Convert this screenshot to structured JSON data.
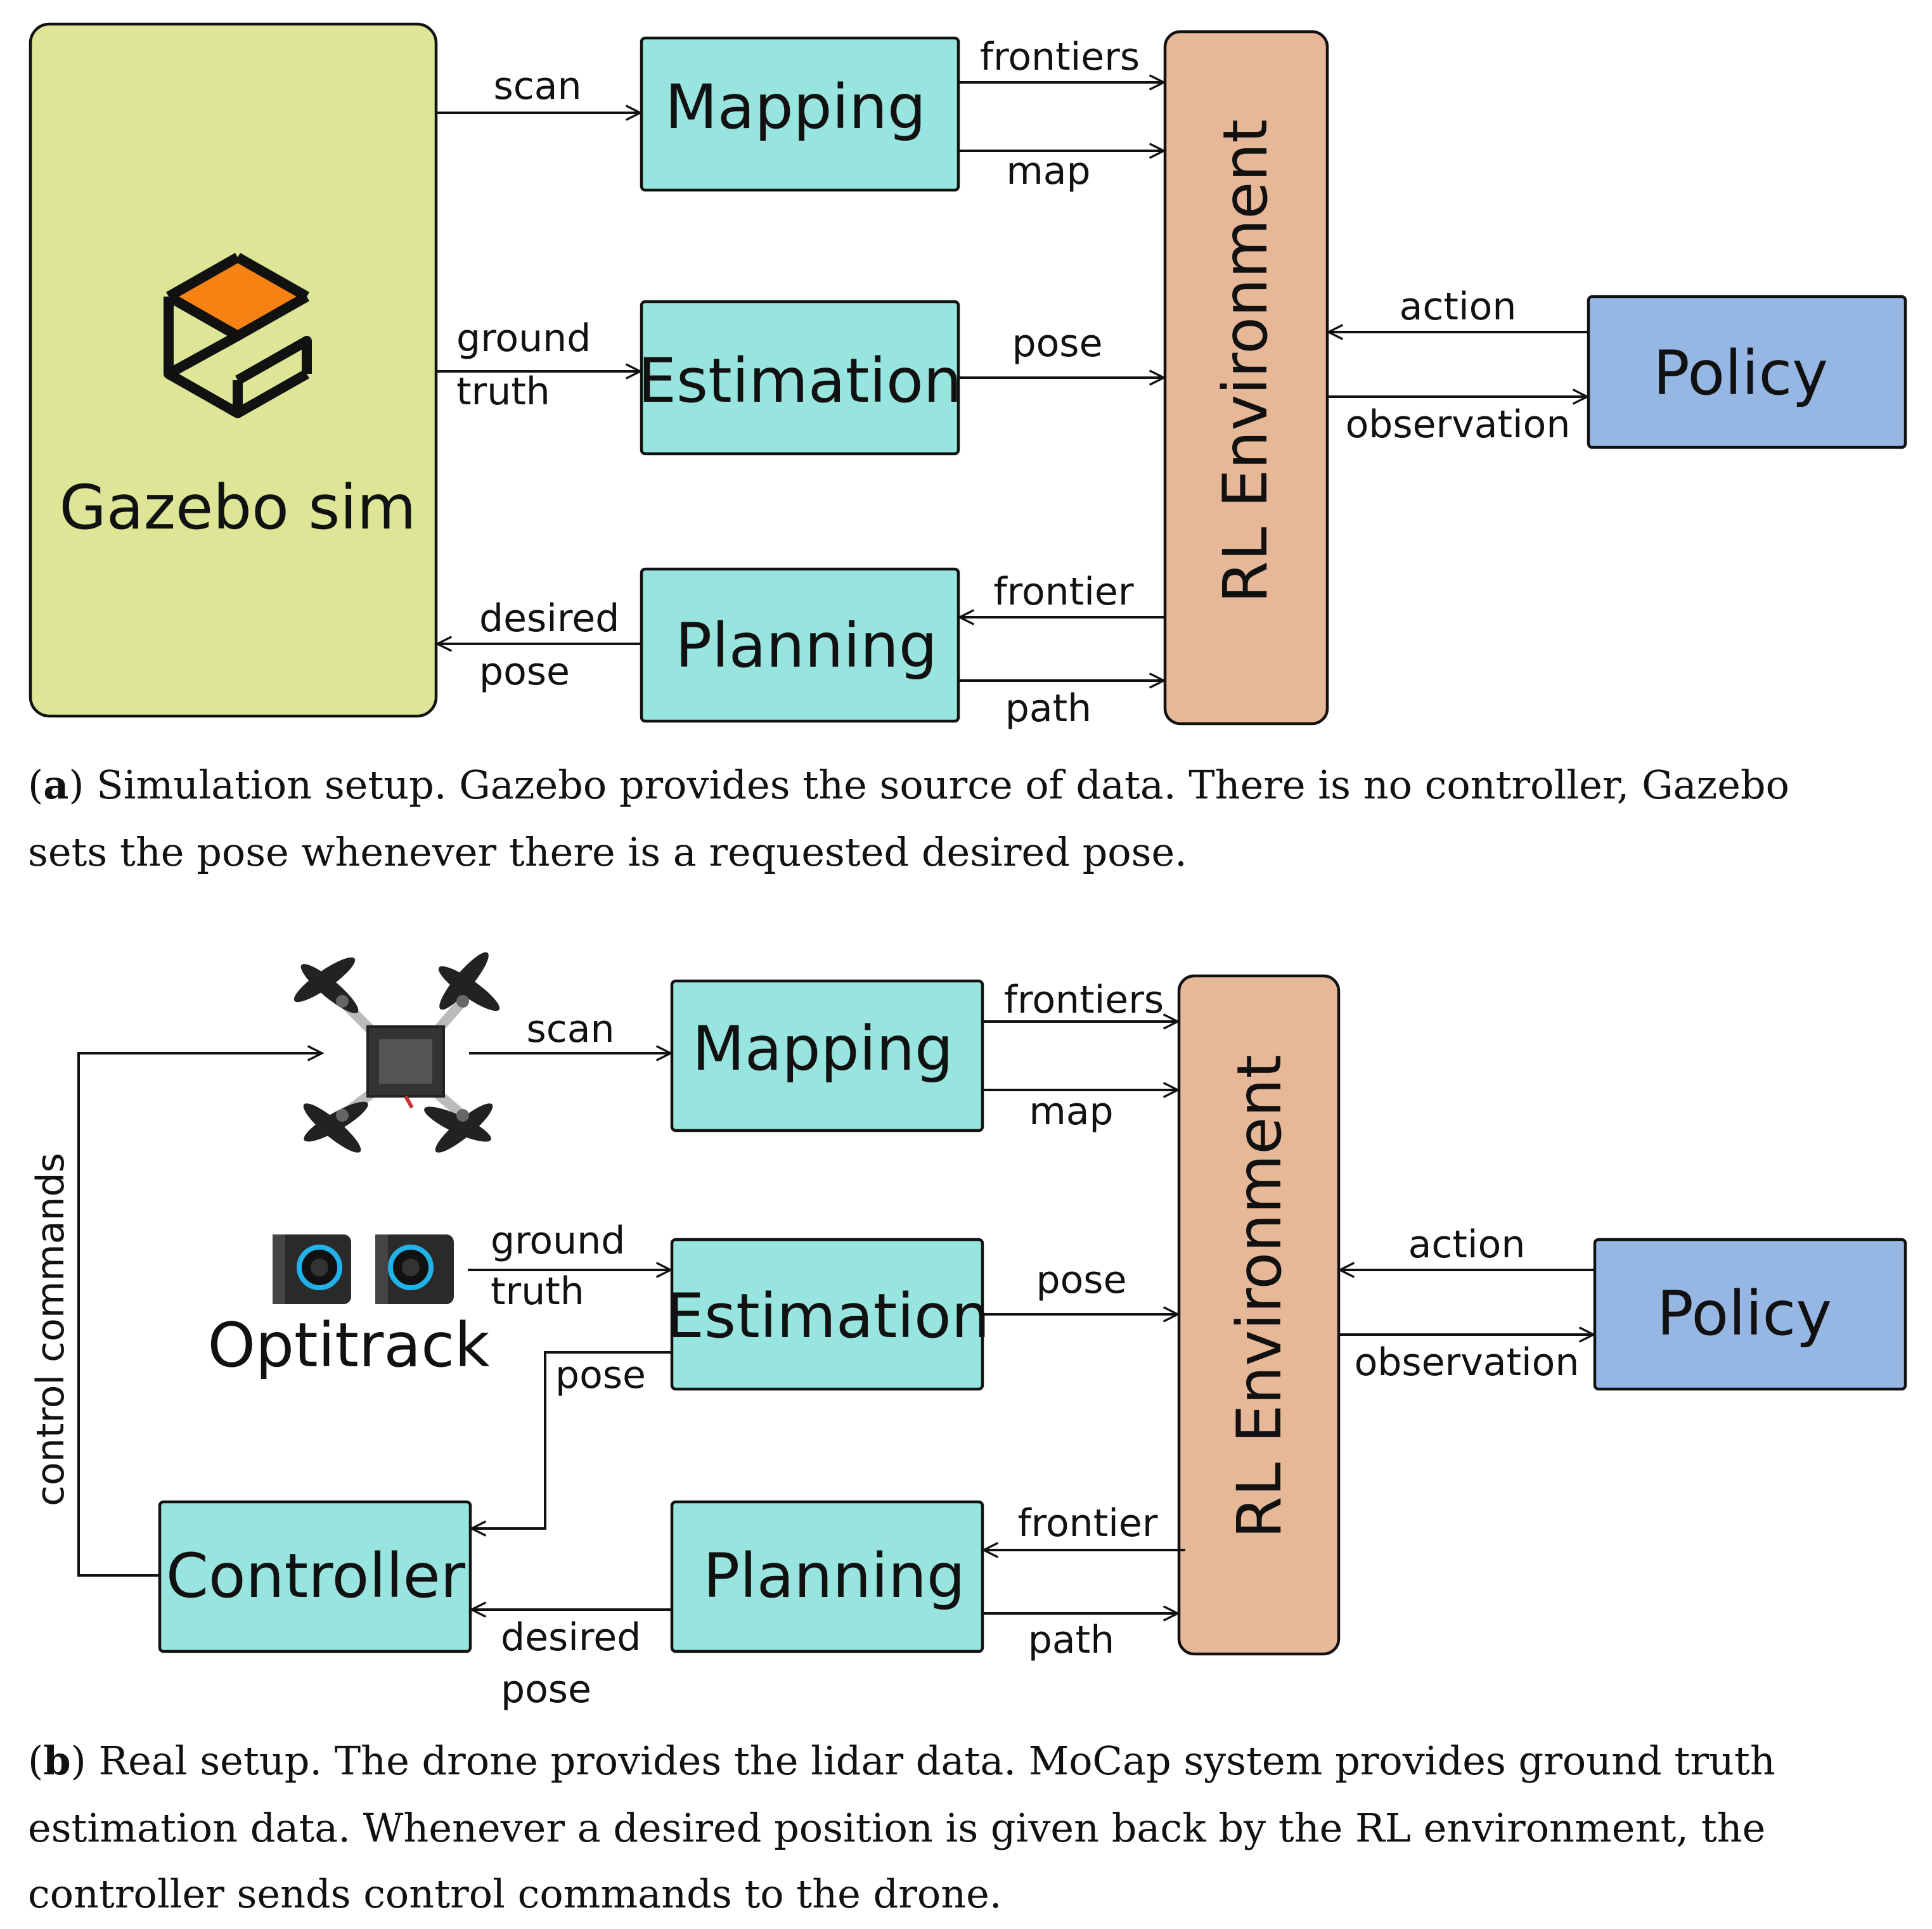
{
  "colors": {
    "gazebo_fill": "#dde596",
    "module_fill": "#98e4de",
    "rl_fill": "#e6b897",
    "policy_fill": "#96b7e3",
    "gazebo_logo_orange": "#f58213",
    "camera_ring": "#20b2e8"
  },
  "icons": {
    "gazebo_logo": "gazebo-logo-icon",
    "drone": "quadrotor-drone-icon",
    "optitrack": "optitrack-camera-icon"
  },
  "panel_a": {
    "gazebo_label": "Gazebo sim",
    "mapping_label": "Mapping",
    "estimation_label": "Estimation",
    "planning_label": "Planning",
    "rl_label": "RL Environment",
    "policy_label": "Policy",
    "edge_scan": "scan",
    "edge_frontiers": "frontiers",
    "edge_map": "map",
    "edge_ground": "ground",
    "edge_truth": "truth",
    "edge_pose": "pose",
    "edge_frontier": "frontier",
    "edge_path": "path",
    "edge_desired": "desired",
    "edge_desired_pose": "pose",
    "edge_action": "action",
    "edge_observation": "observation",
    "caption_tag": "a",
    "caption_line1": "Simulation setup. Gazebo provides the source of data. There is no controller, Gazebo",
    "caption_line2": "sets the pose whenever there is a requested desired pose."
  },
  "panel_b": {
    "optitrack_label": "Optitrack",
    "mapping_label": "Mapping",
    "estimation_label": "Estimation",
    "planning_label": "Planning",
    "controller_label": "Controller",
    "rl_label": "RL Environment",
    "policy_label": "Policy",
    "edge_scan": "scan",
    "edge_frontiers": "frontiers",
    "edge_map": "map",
    "edge_ground": "ground",
    "edge_truth": "truth",
    "edge_pose": "pose",
    "edge_pose_ctrl": "pose",
    "edge_frontier": "frontier",
    "edge_path": "path",
    "edge_desired": "desired",
    "edge_desired_pose": "pose",
    "edge_action": "action",
    "edge_observation": "observation",
    "edge_control_commands": "control commands",
    "caption_tag": "b",
    "caption_line1": "Real setup. The drone provides the lidar data. MoCap system provides ground truth",
    "caption_line2": "estimation data. Whenever a desired position is given back by the RL environment, the",
    "caption_line3": "controller sends control commands to the drone."
  }
}
